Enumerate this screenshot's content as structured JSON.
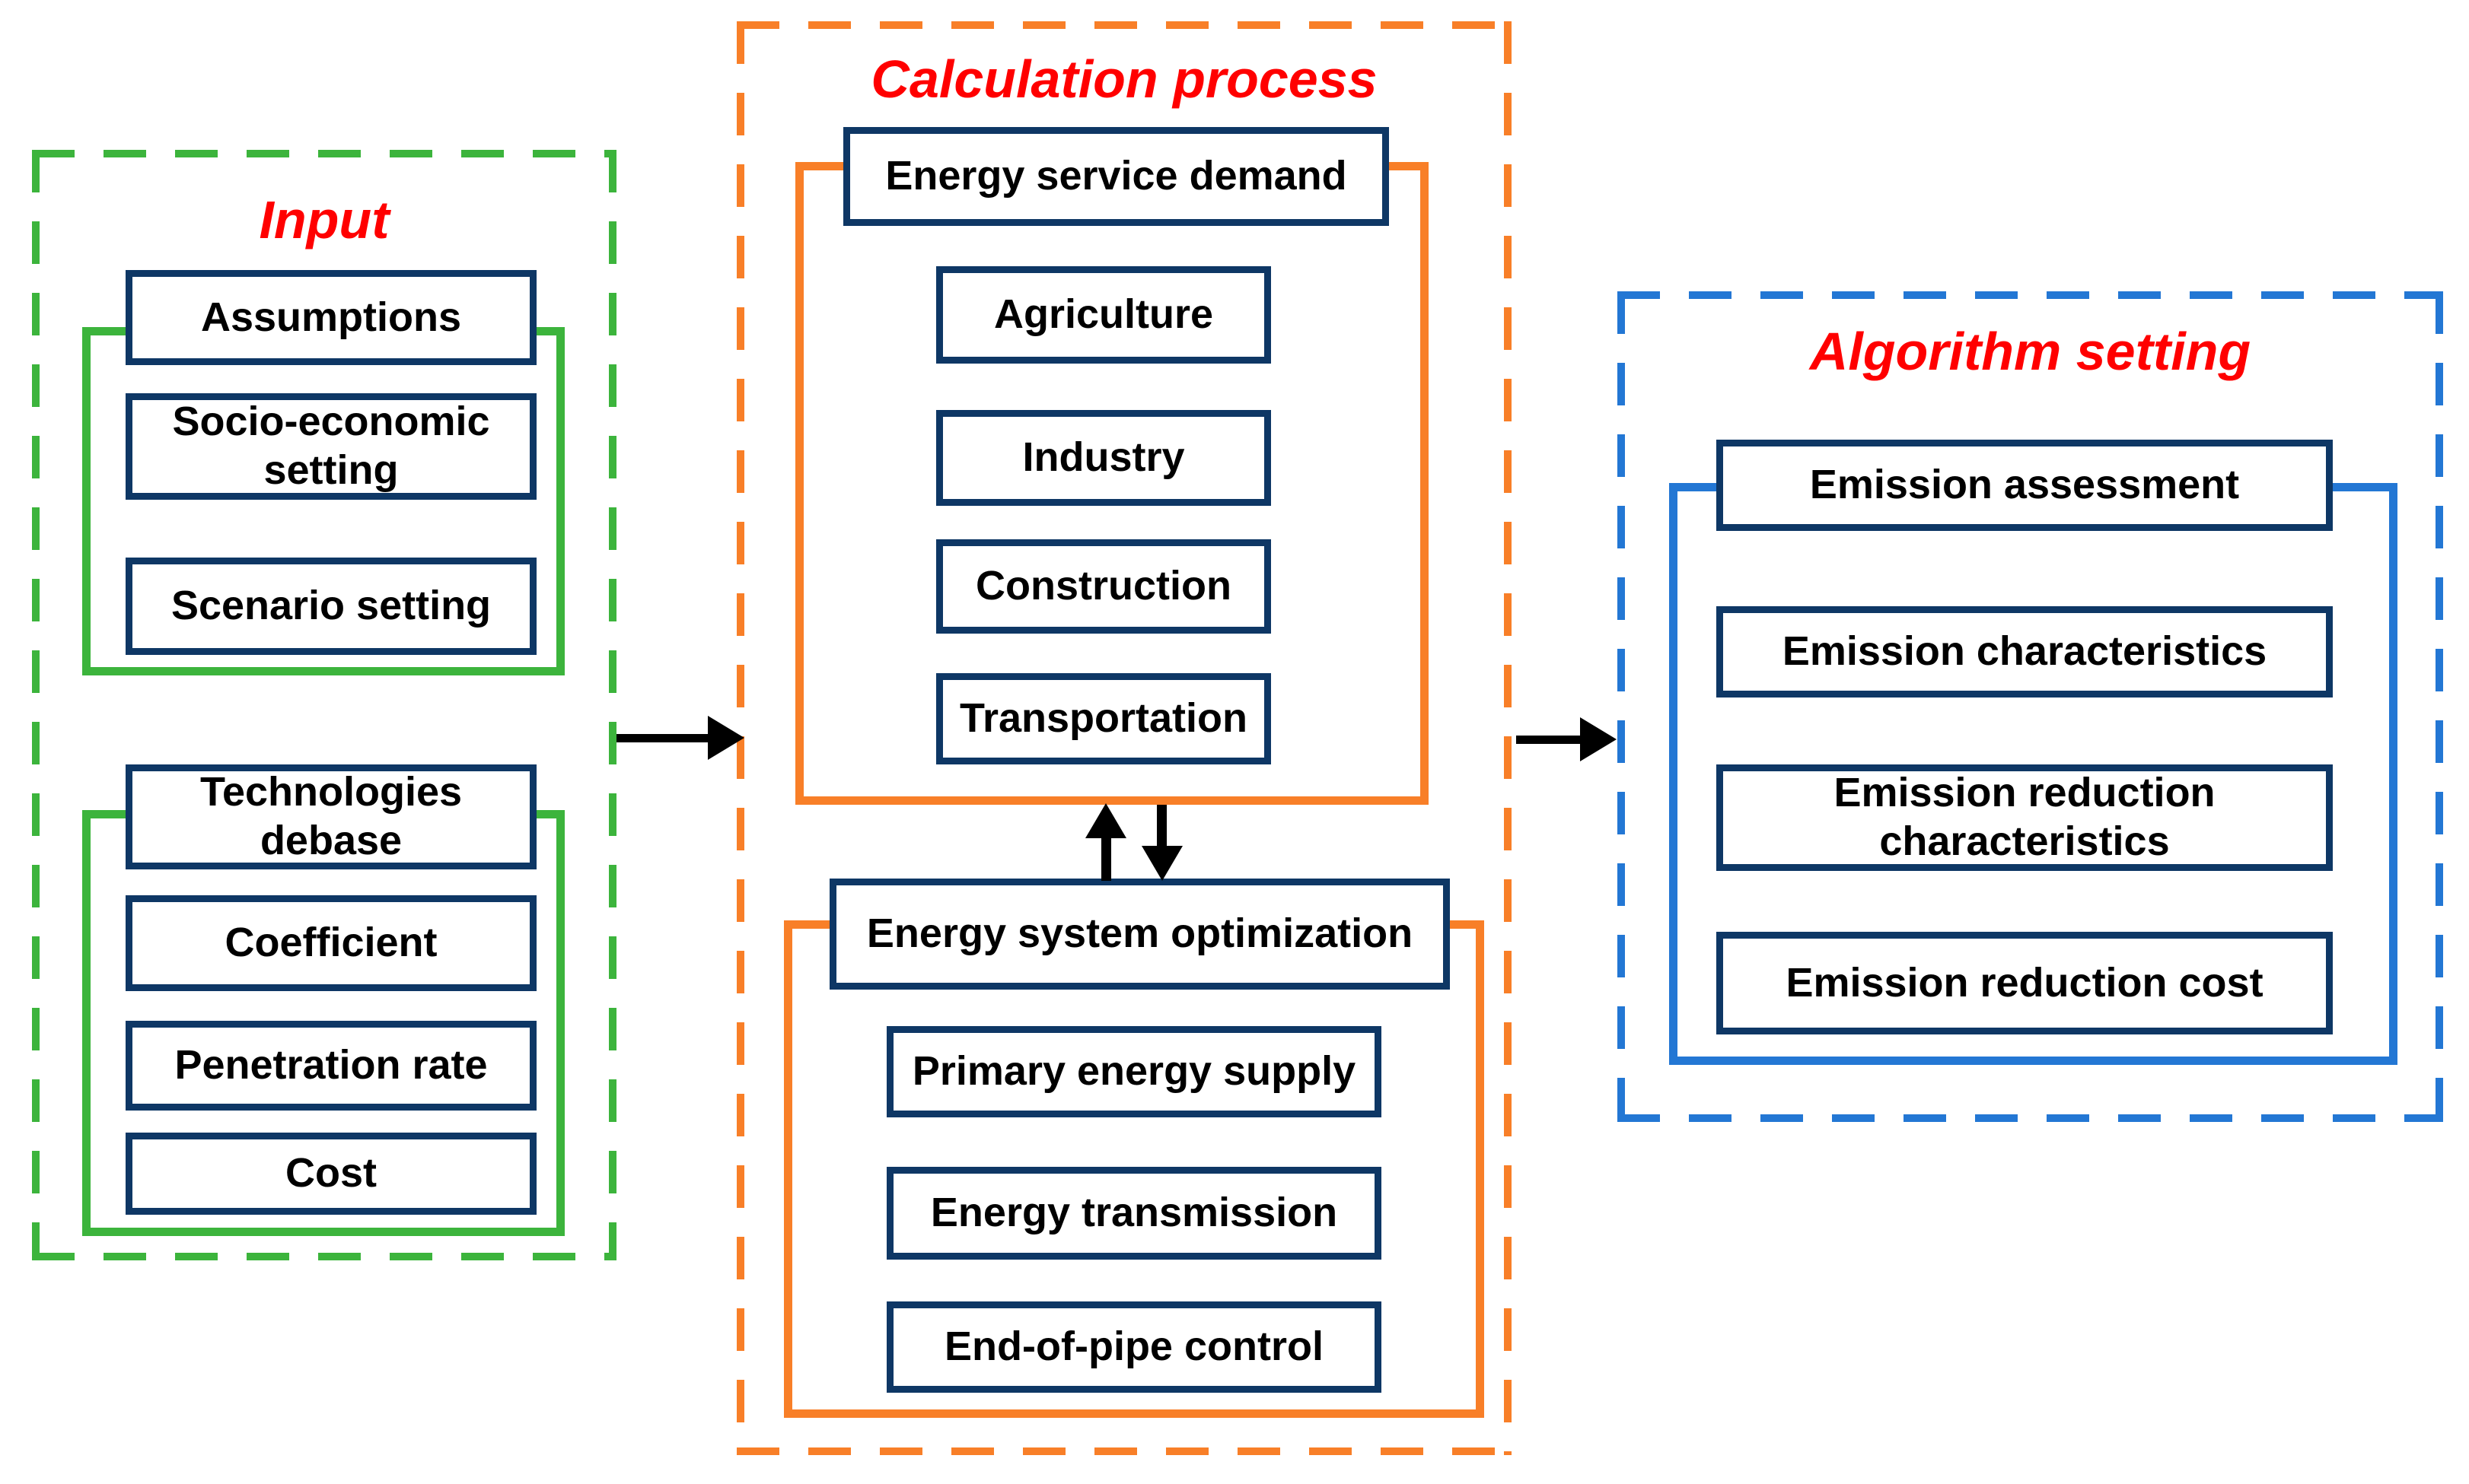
{
  "input": {
    "title": "Input",
    "boxes": {
      "assumptions": "Assumptions",
      "socio": "Socio-economic setting",
      "scenario": "Scenario setting",
      "technologies": "Technologies debase",
      "coefficient": "Coefficient",
      "penetration": "Penetration rate",
      "cost": "Cost"
    }
  },
  "calculation": {
    "title": "Calculation process",
    "boxes": {
      "esd": "Energy service demand",
      "agriculture": "Agriculture",
      "industry": "Industry",
      "construction": "Construction",
      "transportation": "Transportation",
      "eso": "Energy system optimization",
      "primary": "Primary energy supply",
      "transmission": "Energy transmission",
      "endofpipe": "End-of-pipe control"
    }
  },
  "algorithm": {
    "title": "Algorithm setting",
    "boxes": {
      "assessment": "Emission assessment",
      "characteristics": "Emission characteristics",
      "reduction_characteristics": "Emission reduction characteristics",
      "reduction_cost": "Emission reduction cost"
    }
  },
  "colors": {
    "input_green": "#3cb43c",
    "calculation_orange": "#f87f28",
    "algorithm_blue": "#2377d4",
    "box_border_navy": "#0e3765",
    "title_red": "#ff0000",
    "arrow_black": "#000000"
  }
}
